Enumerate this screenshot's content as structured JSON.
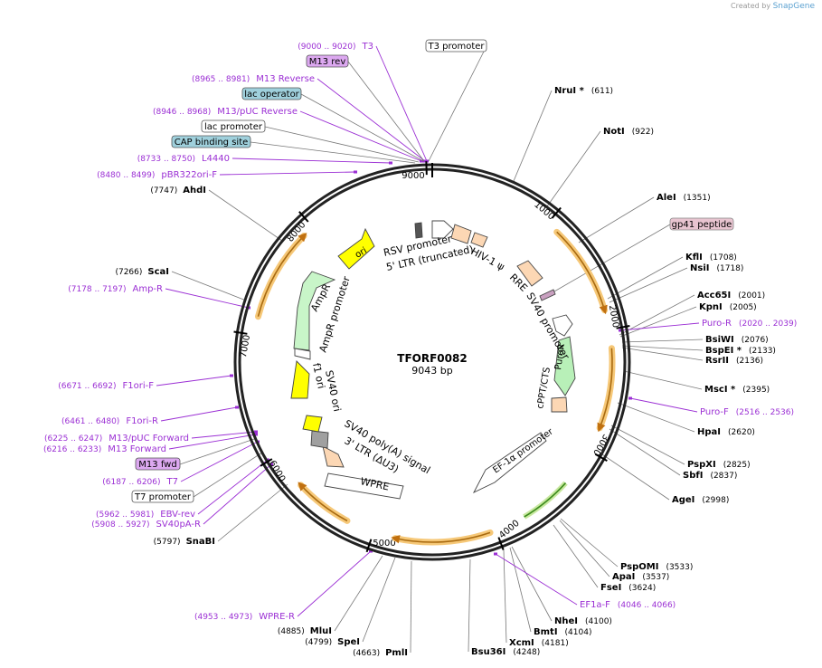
{
  "credit": {
    "prefix": "Created by",
    "brand": "SnapGene"
  },
  "plasmid": {
    "name": "TFORF0082",
    "size_label": "9043 bp",
    "length": 9043
  },
  "colors": {
    "feature_purple": "#9b2fd4",
    "enzyme_text": "#000000",
    "arrow_orange": "#f0a030"
  },
  "ticks": [
    "1000",
    "2000",
    "3000",
    "4000",
    "5000",
    "6000",
    "7000",
    "8000",
    "9000"
  ],
  "enzymes": [
    {
      "name": "NruI *",
      "pos": "(611)"
    },
    {
      "name": "NotI",
      "pos": "(922)"
    },
    {
      "name": "AleI",
      "pos": "(1351)"
    },
    {
      "name": "KflI",
      "pos": "(1708)"
    },
    {
      "name": "NsiI",
      "pos": "(1718)"
    },
    {
      "name": "Acc65I",
      "pos": "(2001)"
    },
    {
      "name": "KpnI",
      "pos": "(2005)"
    },
    {
      "name": "BsiWI",
      "pos": "(2076)"
    },
    {
      "name": "BspEI *",
      "pos": "(2133)"
    },
    {
      "name": "RsrII",
      "pos": "(2136)"
    },
    {
      "name": "MscI *",
      "pos": "(2395)"
    },
    {
      "name": "HpaI",
      "pos": "(2620)"
    },
    {
      "name": "PspXI",
      "pos": "(2825)"
    },
    {
      "name": "SbfI",
      "pos": "(2837)"
    },
    {
      "name": "AgeI",
      "pos": "(2998)"
    },
    {
      "name": "PspOMI",
      "pos": "(3533)"
    },
    {
      "name": "ApaI",
      "pos": "(3537)"
    },
    {
      "name": "FseI",
      "pos": "(3624)"
    },
    {
      "name": "NheI",
      "pos": "(4100)"
    },
    {
      "name": "BmtI",
      "pos": "(4104)"
    },
    {
      "name": "XcmI",
      "pos": "(4181)"
    },
    {
      "name": "Bsu36I",
      "pos": "(4248)"
    },
    {
      "name": "PmlI",
      "pos": "(4663)"
    },
    {
      "name": "SpeI",
      "pos": "(4799)"
    },
    {
      "name": "MluI",
      "pos": "(4885)"
    },
    {
      "name": "SnaBI",
      "pos": "(5797)"
    },
    {
      "name": "ScaI",
      "pos": "(7266)"
    },
    {
      "name": "AhdI",
      "pos": "(7747)"
    }
  ],
  "primers": [
    {
      "name": "T3",
      "range": "(9000 .. 9020)"
    },
    {
      "name": "M13 Reverse",
      "range": "(8965 .. 8981)"
    },
    {
      "name": "M13/pUC Reverse",
      "range": "(8946 .. 8968)"
    },
    {
      "name": "L4440",
      "range": "(8733 .. 8750)"
    },
    {
      "name": "pBR322ori-F",
      "range": "(8480 .. 8499)"
    },
    {
      "name": "Amp-R",
      "range": "(7178 .. 7197)"
    },
    {
      "name": "F1ori-F",
      "range": "(6671 .. 6692)"
    },
    {
      "name": "F1ori-R",
      "range": "(6461 .. 6480)"
    },
    {
      "name": "M13/pUC Forward",
      "range": "(6225 .. 6247)"
    },
    {
      "name": "M13 Forward",
      "range": "(6216 .. 6233)"
    },
    {
      "name": "T7",
      "range": "(6187 .. 6206)"
    },
    {
      "name": "EBV-rev",
      "range": "(5962 .. 5981)"
    },
    {
      "name": "SV40pA-R",
      "range": "(5908 .. 5927)"
    },
    {
      "name": "WPRE-R",
      "range": "(4953 .. 4973)"
    },
    {
      "name": "Puro-R",
      "range": "(2020 .. 2039)"
    },
    {
      "name": "Puro-F",
      "range": "(2516 .. 2536)"
    },
    {
      "name": "EF1a-F",
      "range": "(4046 .. 4066)"
    }
  ],
  "boxed_labels": [
    {
      "name": "T3 promoter",
      "style": "white"
    },
    {
      "name": "M13 rev",
      "style": "purple"
    },
    {
      "name": "lac operator",
      "style": "teal"
    },
    {
      "name": "lac promoter",
      "style": "white"
    },
    {
      "name": "CAP binding site",
      "style": "teal"
    },
    {
      "name": "gp41 peptide",
      "style": "pink"
    },
    {
      "name": "M13 fwd",
      "style": "purple"
    },
    {
      "name": "T7 promoter",
      "style": "white"
    }
  ],
  "features": [
    "RSV promoter",
    "5' LTR (truncated)",
    "HIV-1 ψ",
    "RRE",
    "SV40 promoter",
    "PuroR",
    "cPPT/CTS",
    "EF-1α promoter",
    "WPRE",
    "3' LTR (ΔU3)",
    "SV40 poly(A) signal",
    "SV40 ori",
    "f1 ori",
    "AmpR promoter",
    "AmpR",
    "ori"
  ]
}
